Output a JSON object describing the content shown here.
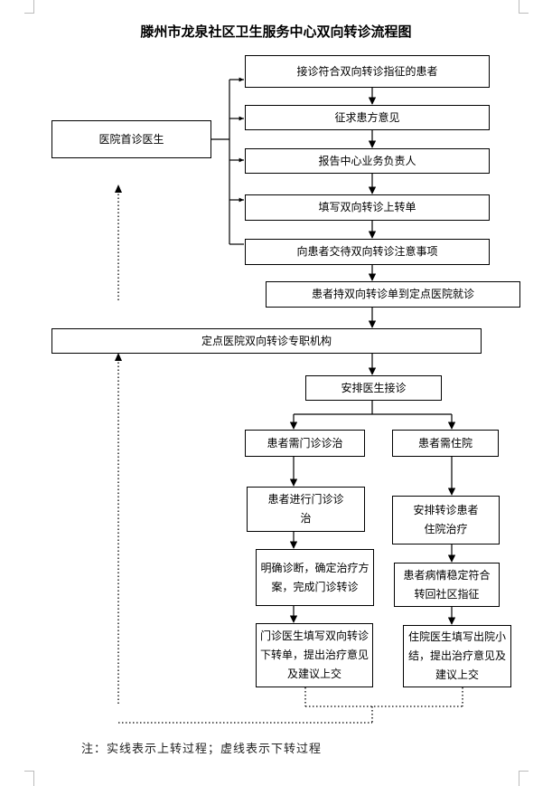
{
  "title": "滕州市龙泉社区卫生服务中心双向转诊流程图",
  "upward": {
    "first_doctor": "医院首诊医生",
    "steps": [
      "接诊符合双向转诊指征的患者",
      "征求患方意见",
      "报告中心业务负责人",
      "填写双向转诊上转单",
      "向患者交待双向转诊注意事项"
    ],
    "go_to_hospital": "患者持双向转诊单到定点医院就诊"
  },
  "hospital": {
    "office": "定点医院双向转诊专职机构",
    "assign": "安排医生接诊"
  },
  "outpatient": {
    "need": "患者需门诊诊治",
    "treat": "患者进行门诊诊治",
    "confirm": "明确诊断，确定治疗方案，完成门诊转诊",
    "fill": "门诊医生填写双向转诊下转单，提出治疗意见及建议上交"
  },
  "inpatient": {
    "need": "患者需住院",
    "treat": "安排转诊患者住院治疗",
    "stable": "患者病情稳定符合转回社区指征",
    "fill": "住院医生填写出院小结，提出治疗意见及建议上交"
  },
  "note": "注：实线表示上转过程；虚线表示下转过程"
}
